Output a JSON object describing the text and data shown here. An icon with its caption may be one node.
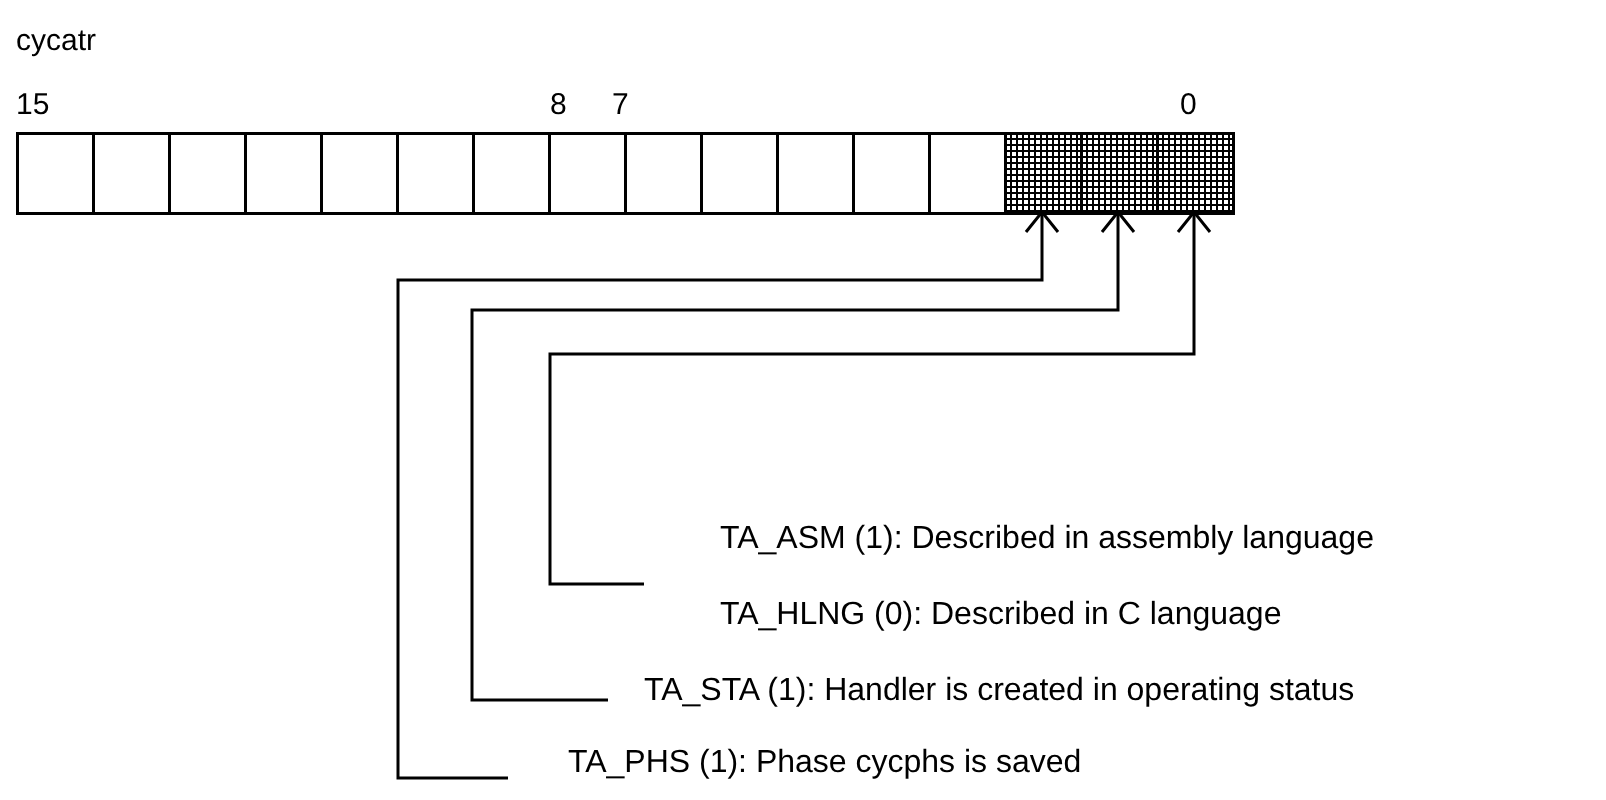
{
  "diagram": {
    "nodes": [
      {
        "text": [],
        "shape": "box"
      },
      {
        "text": [],
        "shape": "box"
      },
      {
        "text": [],
        "shape": "box"
      },
      {
        "text": [],
        "shape": "box"
      },
      {
        "text": [],
        "shape": "box"
      },
      {
        "text": [],
        "shape": "box"
      },
      {
        "text": [],
        "shape": "box"
      },
      {
        "text": [],
        "shape": "box"
      },
      {
        "text": [],
        "shape": "box"
      },
      {
        "text": [],
        "shape": "box"
      },
      {
        "text": [],
        "shape": "box"
      },
      {
        "text": [],
        "shape": "box"
      },
      {
        "text": [],
        "shape": "box"
      },
      {
        "text": [],
        "shape": "box"
      },
      {
        "text": [],
        "shape": "box"
      },
      {
        "text": [],
        "shape": "box"
      },
      {
        "text": [
          "TA_ASM (1): Described in assembly language"
        ]
      },
      {
        "text": [
          "TA_HLNG (0): Described in C language"
        ]
      },
      {
        "text": [
          "TA_STA (1): Handler is created in operating status"
        ]
      },
      {
        "text": [
          "TA_PHS (1): Phase cycphs is saved"
        ]
      }
    ],
    "edges": [
      {
        "from": 16,
        "to": 15,
        "arrow": "to"
      },
      {
        "from": 18,
        "to": 14,
        "arrow": "to"
      },
      {
        "from": 19,
        "to": 13,
        "arrow": "to"
      }
    ],
    "labels": [
      "cycatr",
      "15",
      "8",
      "7",
      "0"
    ]
  }
}
